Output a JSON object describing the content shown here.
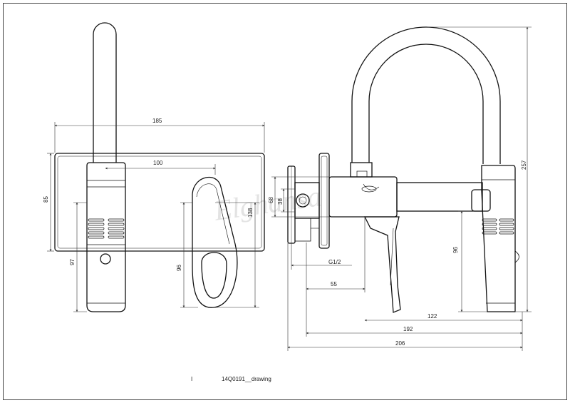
{
  "drawing": {
    "watermark": "Elghansa",
    "front_view": {
      "width_label": "185",
      "spacing_label": "100",
      "plate_height_label": "85",
      "total_height_label": "138",
      "spout_drop_label": "97",
      "handle_drop_label": "96"
    },
    "side_view": {
      "height_label": "257",
      "flange_label": "68",
      "body_label": "38",
      "thread_label": "G1/2",
      "depth_55_label": "55",
      "drop_96_label": "96",
      "reach_122_label": "122",
      "reach_192_label": "192",
      "reach_206_label": "206"
    }
  },
  "footer": {
    "mark": "I",
    "caption": "14Q0191__drawing"
  }
}
